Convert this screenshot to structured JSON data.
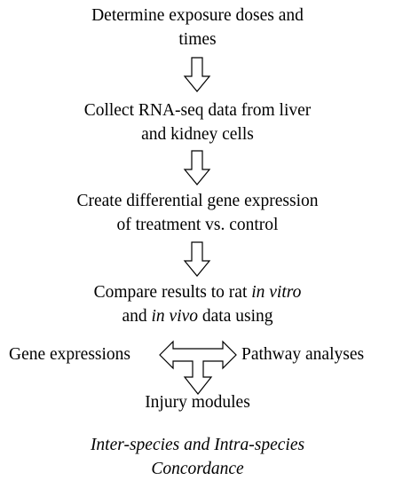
{
  "steps": [
    {
      "lines": [
        "Determine exposure doses and",
        "times"
      ]
    },
    {
      "lines": [
        "Collect RNA-seq data from liver",
        "and kidney cells"
      ]
    },
    {
      "lines": [
        "Create differential gene expression",
        "of treatment vs. control"
      ]
    },
    {
      "line1": {
        "a": "Compare results to rat ",
        "b": "in vitro"
      },
      "line2": {
        "a": "and ",
        "b": "in vivo",
        "c": " data using"
      }
    }
  ],
  "branches": {
    "left": "Gene expressions",
    "right": "Pathway analyses",
    "bottom": "Injury modules"
  },
  "conclusion": {
    "line1": "Inter-species and Intra-species",
    "line2": "Concordance"
  },
  "colors": {
    "text": "#000000",
    "arrow_fill": "#ffffff",
    "arrow_stroke": "#000000"
  },
  "icons": {
    "down_arrow": "hollow-down-arrow-icon",
    "tee_arrow": "three-way-arrow-icon"
  }
}
